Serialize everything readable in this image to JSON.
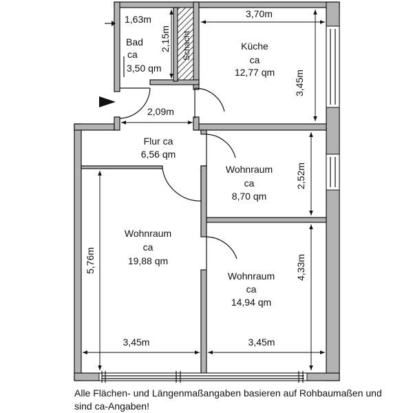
{
  "plan": {
    "rooms": [
      {
        "id": "bad",
        "name": "Bad",
        "qualifier": "ca",
        "area": "3,50 qm"
      },
      {
        "id": "kueche",
        "name": "Küche",
        "qualifier": "ca",
        "area": "12,77 qm"
      },
      {
        "id": "flur",
        "name": "Flur ca",
        "area": "6,56 qm"
      },
      {
        "id": "wohnraum-klein",
        "name": "Wohnraum",
        "qualifier": "ca",
        "area": "8,70 qm"
      },
      {
        "id": "wohnraum-gross",
        "name": "Wohnraum",
        "qualifier": "ca",
        "area": "19,88 qm"
      },
      {
        "id": "wohnraum-mittel",
        "name": "Wohnraum",
        "qualifier": "ca",
        "area": "14,94 qm"
      }
    ],
    "shaft_label": "Schacht",
    "dimensions": {
      "bad_width": "1,63m",
      "bad_height": "2,15m",
      "kueche_width": "3,70m",
      "kueche_height": "3,45m",
      "flur_width": "2,09m",
      "wohnraum_klein_height": "2,52m",
      "wohnraum_gross_height": "5,76m",
      "wohnraum_mittel_height": "4,33m",
      "wohnraum_gross_width": "3,45m",
      "wohnraum_mittel_width": "3,45m"
    }
  },
  "note": "Alle Flächen- und Längenmaßangaben basieren auf Rohbaumaßen und sind ca-Angaben!"
}
